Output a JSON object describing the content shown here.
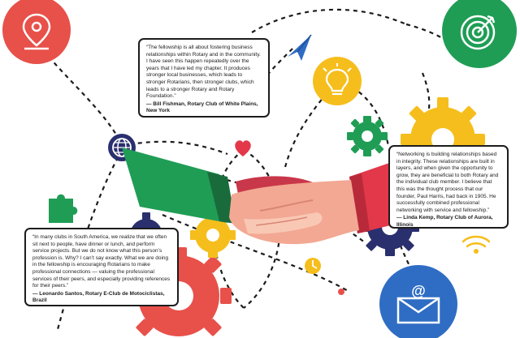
{
  "quotes": [
    {
      "text": "“The fellowship is all about fostering business relationships within Rotary and in the community. I have seen this happen repeatedly over the years that I have led my chapter. It produces stronger local businesses, which leads to stronger Rotarians, then stronger clubs, which leads to a stronger Rotary and Rotary Foundation.”",
      "attribution": "— Bill Fishman, Rotary Club of White Plains, New York"
    },
    {
      "text": "“Networking is building relationships based in integrity. These relationships are built in layers, and when given the opportunity to grow, they are beneficial to both Rotary and the individual club member. I believe that this was the thought process that our founder, Paul Harris, had back in 1905. He successfully combined professional networking with service and fellowship.”",
      "attribution": "— Linda Kemp, Rotary Club of Aurora, Illinois"
    },
    {
      "text": "“In many clubs in South America, we realize that we often sit next to people, have dinner or lunch, and perform service projects. But we do not know what this person’s profession is. Why? I can’t say exactly. What we are doing in the fellowship is encouraging Rotarians to make professional connections — valuing the professional services of their peers, and especially providing references for their peers.”",
      "attribution": "— Leonardo Santos, Rotary E-Club de Motociclistas, Brazil"
    }
  ],
  "icons": [
    "location-pin-icon",
    "target-icon",
    "paper-plane-icon",
    "lightbulb-icon",
    "globe-icon",
    "heart-icon",
    "puzzle-piece-icon",
    "clock-icon",
    "wifi-icon",
    "email-icon",
    "gear-icon"
  ],
  "colors": {
    "red": "#e8504a",
    "green": "#1f9d55",
    "dark_green": "#1a6b3c",
    "yellow": "#f6be1c",
    "navy": "#2a2f6e",
    "blue": "#2f6dc4",
    "sleeve_red": "#e2384a",
    "skin": "#f3a893",
    "skin_light": "#f9c8b5",
    "ink": "#1c1c1c"
  }
}
